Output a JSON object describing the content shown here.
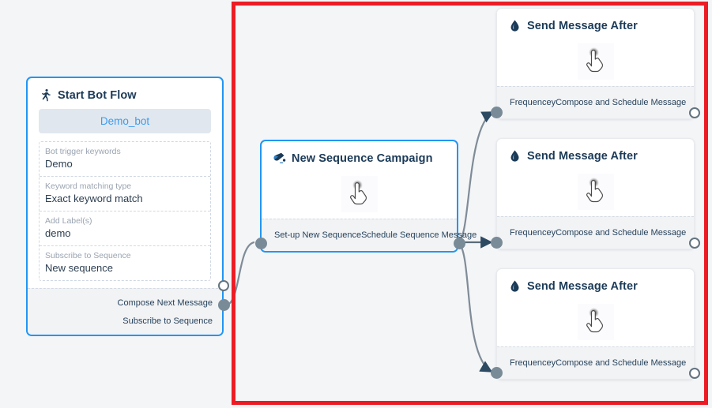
{
  "canvas": {
    "background_color": "#f4f5f7",
    "highlight_color": "#ed1c24"
  },
  "nodes": {
    "start_bot_flow": {
      "title": "Start Bot Flow",
      "icon": "running-person-icon",
      "accent_color": "#2196f3",
      "chip_label": "Demo_bot",
      "fields": [
        {
          "label": "Bot trigger keywords",
          "value": "Demo"
        },
        {
          "label": "Keyword matching type",
          "value": "Exact keyword match"
        },
        {
          "label": "Add Label(s)",
          "value": "demo"
        },
        {
          "label": "Subscribe to Sequence",
          "value": "New sequence"
        }
      ],
      "ports": [
        {
          "label": "Compose Next Message",
          "style": "hollow"
        },
        {
          "label": "Subscribe to Sequence",
          "style": "filled"
        }
      ]
    },
    "new_sequence_campaign": {
      "title": "New Sequence Campaign",
      "icon": "ink-bottle-icon",
      "accent_color": "#2196f3",
      "cursor_icon": "pointing-hand-cursor-icon",
      "input_port_label": "Set-up New Sequence",
      "output_port_label": "Schedule Sequence Message"
    },
    "send_message_after": [
      {
        "title": "Send Message After",
        "icon": "water-drop-icon",
        "cursor_icon": "pointing-hand-cursor-icon",
        "input_port_label": "Frequencey",
        "output_port_label": "Compose and Schedule Message"
      },
      {
        "title": "Send Message After",
        "icon": "water-drop-icon",
        "cursor_icon": "pointing-hand-cursor-icon",
        "input_port_label": "Frequencey",
        "output_port_label": "Compose and Schedule Message"
      },
      {
        "title": "Send Message After",
        "icon": "water-drop-icon",
        "cursor_icon": "pointing-hand-cursor-icon",
        "input_port_label": "Frequencey",
        "output_port_label": "Compose and Schedule Message"
      }
    ]
  }
}
